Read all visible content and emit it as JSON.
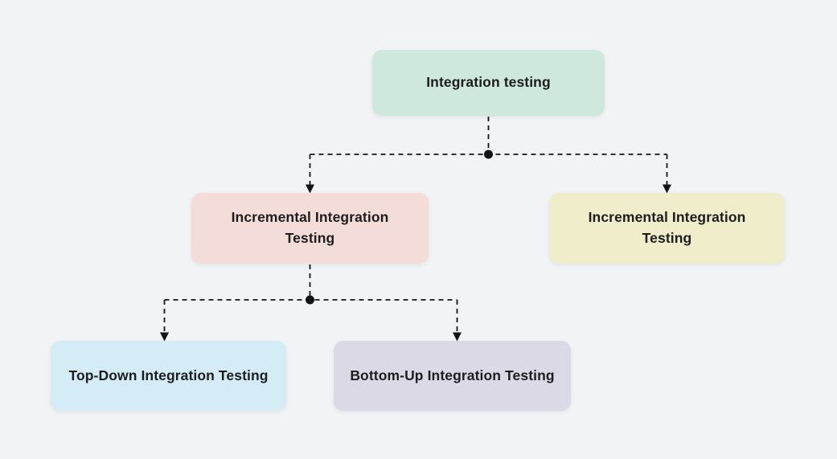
{
  "diagram": {
    "background_color": "#f2f3f5",
    "line_color": "#141414",
    "text_color": "#1d1d1f",
    "nodes": [
      {
        "id": "root",
        "label": "Integration testing",
        "color": "#cfe8dd"
      },
      {
        "id": "incremental-left",
        "label": "Incremental Integration Testing",
        "color": "#f4dcd8"
      },
      {
        "id": "incremental-right",
        "label": "Incremental Integration Testing",
        "color": "#f0edcb"
      },
      {
        "id": "top-down",
        "label": "Top-Down Integration Testing",
        "color": "#d3ecf6"
      },
      {
        "id": "bottom-up",
        "label": "Bottom-Up Integration Testing",
        "color": "#dcd9e7"
      }
    ],
    "edges": [
      {
        "from": "root",
        "to": "incremental-left",
        "style": "dashed-arrow"
      },
      {
        "from": "root",
        "to": "incremental-right",
        "style": "dashed-arrow"
      },
      {
        "from": "incremental-left",
        "to": "top-down",
        "style": "dashed-arrow"
      },
      {
        "from": "incremental-left",
        "to": "bottom-up",
        "style": "dashed-arrow"
      }
    ]
  }
}
